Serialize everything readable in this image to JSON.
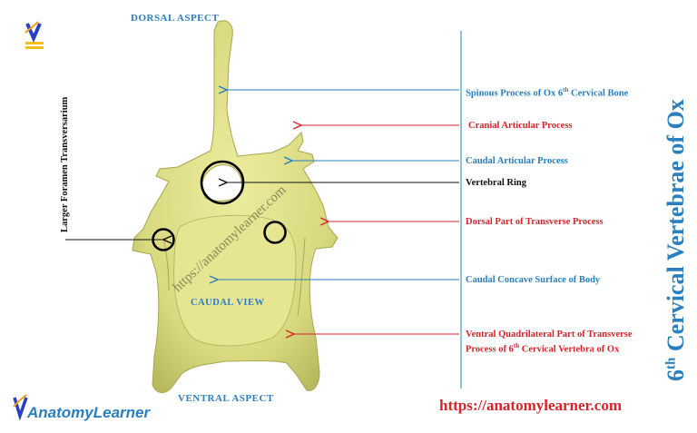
{
  "aspects": {
    "dorsal": "DORSAL ASPECT",
    "ventral": "VENTRAL  ASPECT",
    "view": "CAUDAL  VIEW"
  },
  "title": {
    "prefix": "6",
    "superscript": "th",
    "rest": " Cervical Vertebrae of Ox"
  },
  "left_label": "Larger  Foramen  Transversarium",
  "watermark": "https://anatomylearner.com",
  "labels": {
    "spinous": "Spinous Process of Ox  6",
    "spinous_sup": "th",
    "spinous_tail": " Cervical Bone",
    "cranial_articular": "Cranial Articular Process",
    "caudal_articular": "Caudal  Articular  Process",
    "vertebral_ring": "Vertebral Ring",
    "dorsal_transverse": "Dorsal Part  of  Transverse Process",
    "caudal_concave": "Caudal  Concave  Surface  of  Body",
    "ventral_quad_1": "Ventral Quadrilateral Part of Transverse",
    "ventral_quad_2a": "Process  of  6",
    "ventral_quad_2_sup": "th",
    "ventral_quad_2b": " Cervical  Vertebra of Ox"
  },
  "brand": {
    "part1": "Anatomy",
    "part2": "Learner"
  },
  "bottom_url": "https://anatomylearner.com",
  "colors": {
    "blue": "#2a7fbf",
    "red": "#d6242a",
    "bone": "#e2e28a"
  }
}
